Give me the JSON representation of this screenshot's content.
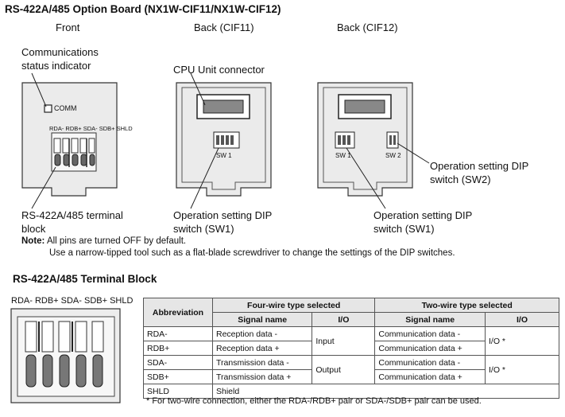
{
  "title": "RS-422A/485 Option Board (NX1W-CIF11/NX1W-CIF12)",
  "views": {
    "front": "Front",
    "back1": "Back (CIF11)",
    "back2": "Back (CIF12)"
  },
  "labels": {
    "comm_status_1": "Communications",
    "comm_status_2": "status indicator",
    "comm": "COMM",
    "pins_row": "RDA- RDB+ SDA- SDB+ SHLD",
    "cpu_connector": "CPU Unit connector",
    "terminal_1": "RS-422A/485 terminal",
    "terminal_2": "block",
    "dip_sw1_a_1": "Operation setting DIP",
    "dip_sw1_a_2": "switch (SW1)",
    "dip_sw1_b_1": "Operation setting DIP",
    "dip_sw1_b_2": "switch (SW1)",
    "dip_sw2_1": "Operation setting DIP",
    "dip_sw2_2": "switch (SW2)",
    "sw1_a": "SW 1",
    "sw1_b": "SW 1",
    "sw2": "SW 2"
  },
  "note": {
    "label": "Note:",
    "line1": "All pins are turned OFF by default.",
    "line2": "Use a narrow-tipped tool such as a flat-blade screwdriver to change the settings of the DIP switches."
  },
  "terminal_block": {
    "title": "RS-422A/485 Terminal Block",
    "pins_label": "RDA- RDB+ SDA- SDB+ SHLD"
  },
  "table": {
    "h_abbrev": "Abbreviation",
    "h_four": "Four-wire type selected",
    "h_two": "Two-wire type selected",
    "h_signal": "Signal name",
    "h_io": "I/O",
    "h_signal2": "Signal name",
    "h_io2": "I/O",
    "rows": [
      {
        "abbr": "RDA-",
        "four_sig": "Reception data -",
        "two_sig": "Communication data -"
      },
      {
        "abbr": "RDB+",
        "four_sig": "Reception data +",
        "two_sig": "Communication data +"
      },
      {
        "abbr": "SDA-",
        "four_sig": "Transmission data -",
        "two_sig": "Communication data -"
      },
      {
        "abbr": "SDB+",
        "four_sig": "Transmission data +",
        "two_sig": "Communication data +"
      },
      {
        "abbr": "SHLD",
        "four_sig": "Shield"
      }
    ],
    "io_input": "Input",
    "io_output": "Output",
    "io_two_1": "I/O *",
    "io_two_2": "I/O *",
    "footnote": "*  For two-wire connection, either the RDA-/RDB+ pair or SDA-/SDB+ pair can be used."
  }
}
